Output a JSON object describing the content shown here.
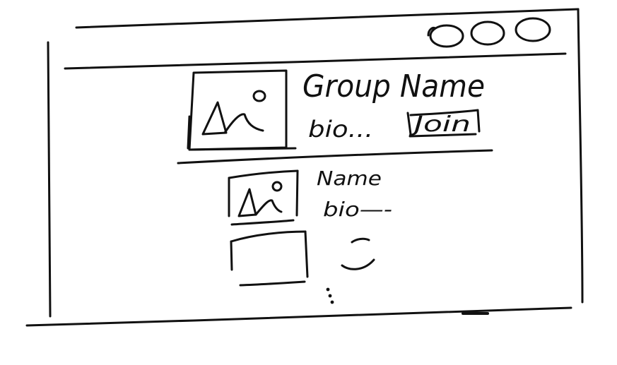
{
  "group": {
    "name": "Group Name",
    "bio": "bio...",
    "join_label": "Join"
  },
  "members": [
    {
      "name": "Name",
      "bio": "bio—-"
    }
  ],
  "icons": {
    "window_controls": [
      "circle-control-icon",
      "circle-control-icon",
      "circle-control-icon"
    ],
    "avatar_placeholder": "image-placeholder-icon",
    "more": "vertical-ellipsis-icon"
  },
  "colors": {
    "ink": "#111111",
    "paper": "#ffffff"
  }
}
